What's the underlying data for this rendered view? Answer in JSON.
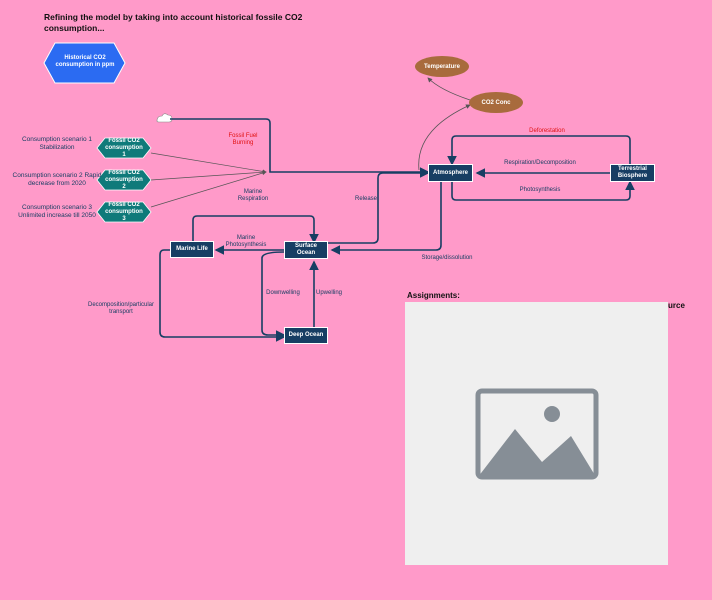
{
  "title": "Refining the model by taking into account historical fossile CO2 consumption...",
  "historical_node": "Historical CO2 consumption in ppm",
  "fossil_nodes": [
    "Fossil CO2 consumption 1",
    "Fossil CO2 consumption 2",
    "Fossil CO2 consumption 3"
  ],
  "scenarios": [
    "Consumption scenario 1 Stabilization",
    "Consumption scenario 2 Rapid decrease from 2020",
    "Consumption scenario 3 Unlimited increase till 2050"
  ],
  "nodes": {
    "atmosphere": "Atmosphere",
    "terrestrial": "Terrestrial Biosphere",
    "surface_ocean": "Surface Ocean",
    "marine_life": "Marine Life",
    "deep_ocean": "Deep Ocean",
    "temperature": "Temperature",
    "co2_conc": "CO2 Conc"
  },
  "edge_labels": {
    "fossil_fuel": "Fossil Fuel Burning",
    "deforestation": "Deforestation",
    "respiration": "Respiration/Decomposition",
    "photosynthesis": "Photosynthesis",
    "release": "Release",
    "marine_respiration": "Marine Respiration",
    "marine_photosynthesis": "Marine Photosynthesis",
    "storage": "Storage/dissolution",
    "downwelling": "Downwelling",
    "upwelling": "Upwelling",
    "decomposition": "Decomposition/particular transport"
  },
  "assignments_label": "Assignments:",
  "source_fragment": "urce",
  "colors": {
    "background": "#ff9ac9",
    "node": "#173e63",
    "hexagon": "#0f7a7a",
    "historical": "#2b6bf2",
    "oval": "#a86b3d",
    "red_text": "#e01010"
  },
  "icons": {
    "image_placeholder": "image-placeholder-icon",
    "cloud": "cloud-icon"
  }
}
